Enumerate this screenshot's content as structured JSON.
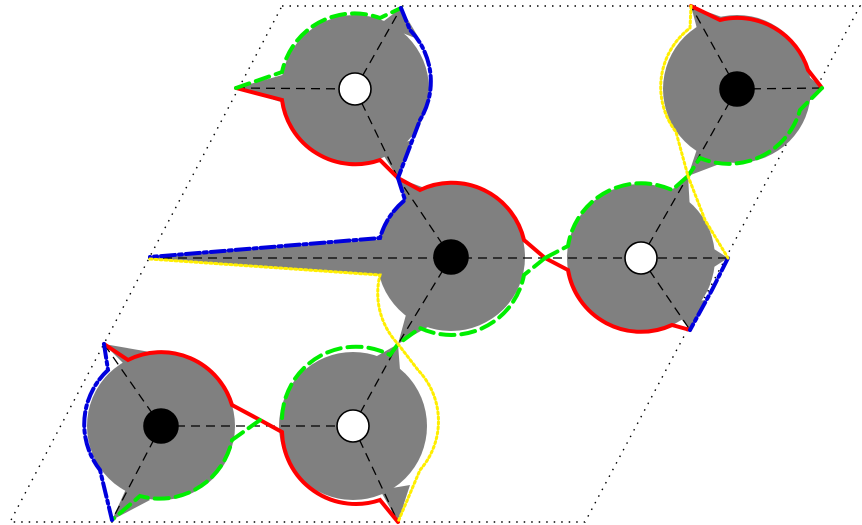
{
  "diagram": {
    "type": "periodic-tiling-of-disks",
    "cell_outline_style": "dotted",
    "colors": {
      "disk_fill": "#808080",
      "node_black": "#000000",
      "node_white": "#ffffff",
      "red_boundary": "#ff0000",
      "green_boundary": "#00ee00",
      "blue_boundary": "#0000dd",
      "yellow_boundary": "#ffee00",
      "dashed_lines": "#000000",
      "cell_outline": "#000000"
    },
    "nodes": [
      {
        "id": "n1",
        "kind": "white"
      },
      {
        "id": "n2",
        "kind": "black"
      },
      {
        "id": "n3",
        "kind": "black"
      },
      {
        "id": "n4",
        "kind": "white"
      },
      {
        "id": "n5",
        "kind": "black"
      },
      {
        "id": "n6",
        "kind": "white"
      }
    ],
    "boundary_styles": {
      "red": "solid",
      "green": "dashed",
      "blue": "dash-dot",
      "yellow": "dotted"
    }
  }
}
